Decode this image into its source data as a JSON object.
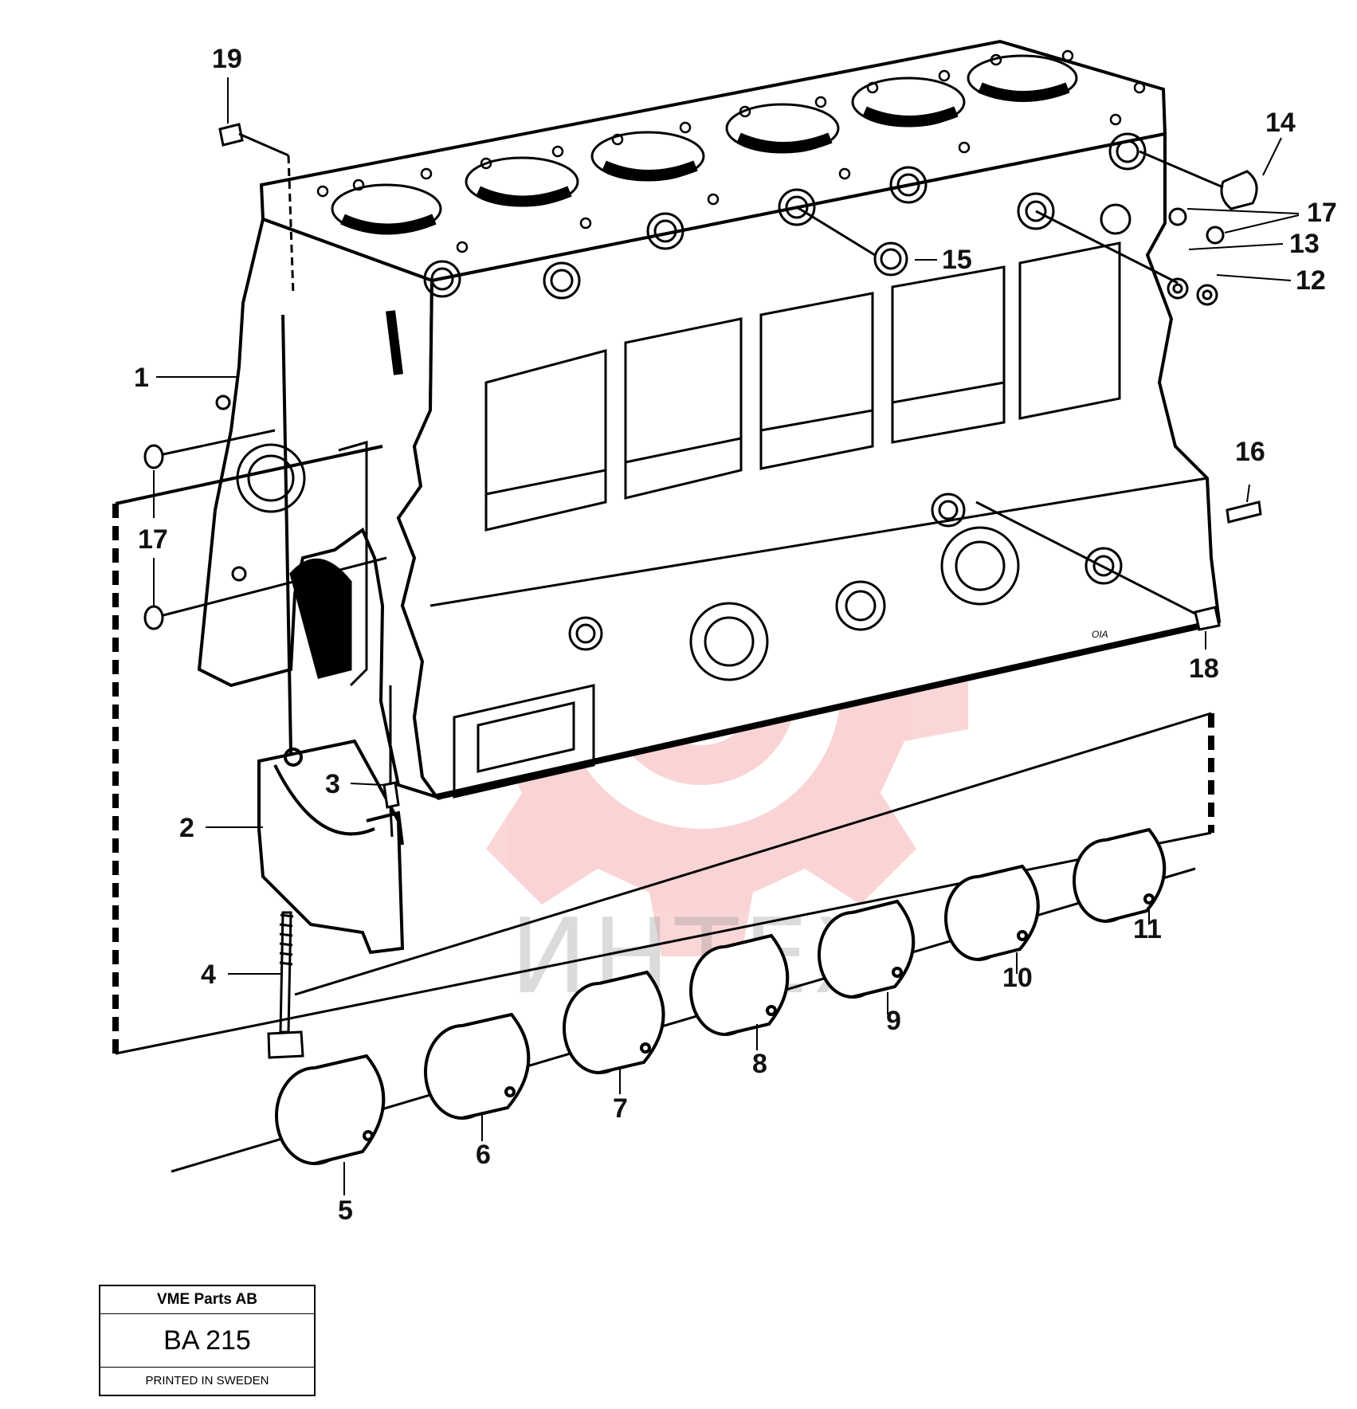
{
  "callouts": {
    "c1": "1",
    "c2": "2",
    "c3": "3",
    "c4": "4",
    "c5": "5",
    "c6": "6",
    "c7": "7",
    "c8": "8",
    "c9": "9",
    "c10": "10",
    "c11": "11",
    "c12": "12",
    "c13": "13",
    "c14": "14",
    "c15": "15",
    "c16": "16",
    "c17a": "17",
    "c17b": "17",
    "c18": "18",
    "c19": "19"
  },
  "engraved_mark": "OIA",
  "watermark": {
    "text": "ИНТЕХ",
    "color": "#e8191f"
  },
  "title_block": {
    "company": "VME Parts AB",
    "code": "BA 215",
    "printed": "PRINTED IN SWEDEN"
  },
  "colors": {
    "line": "#000000",
    "background": "#ffffff"
  }
}
